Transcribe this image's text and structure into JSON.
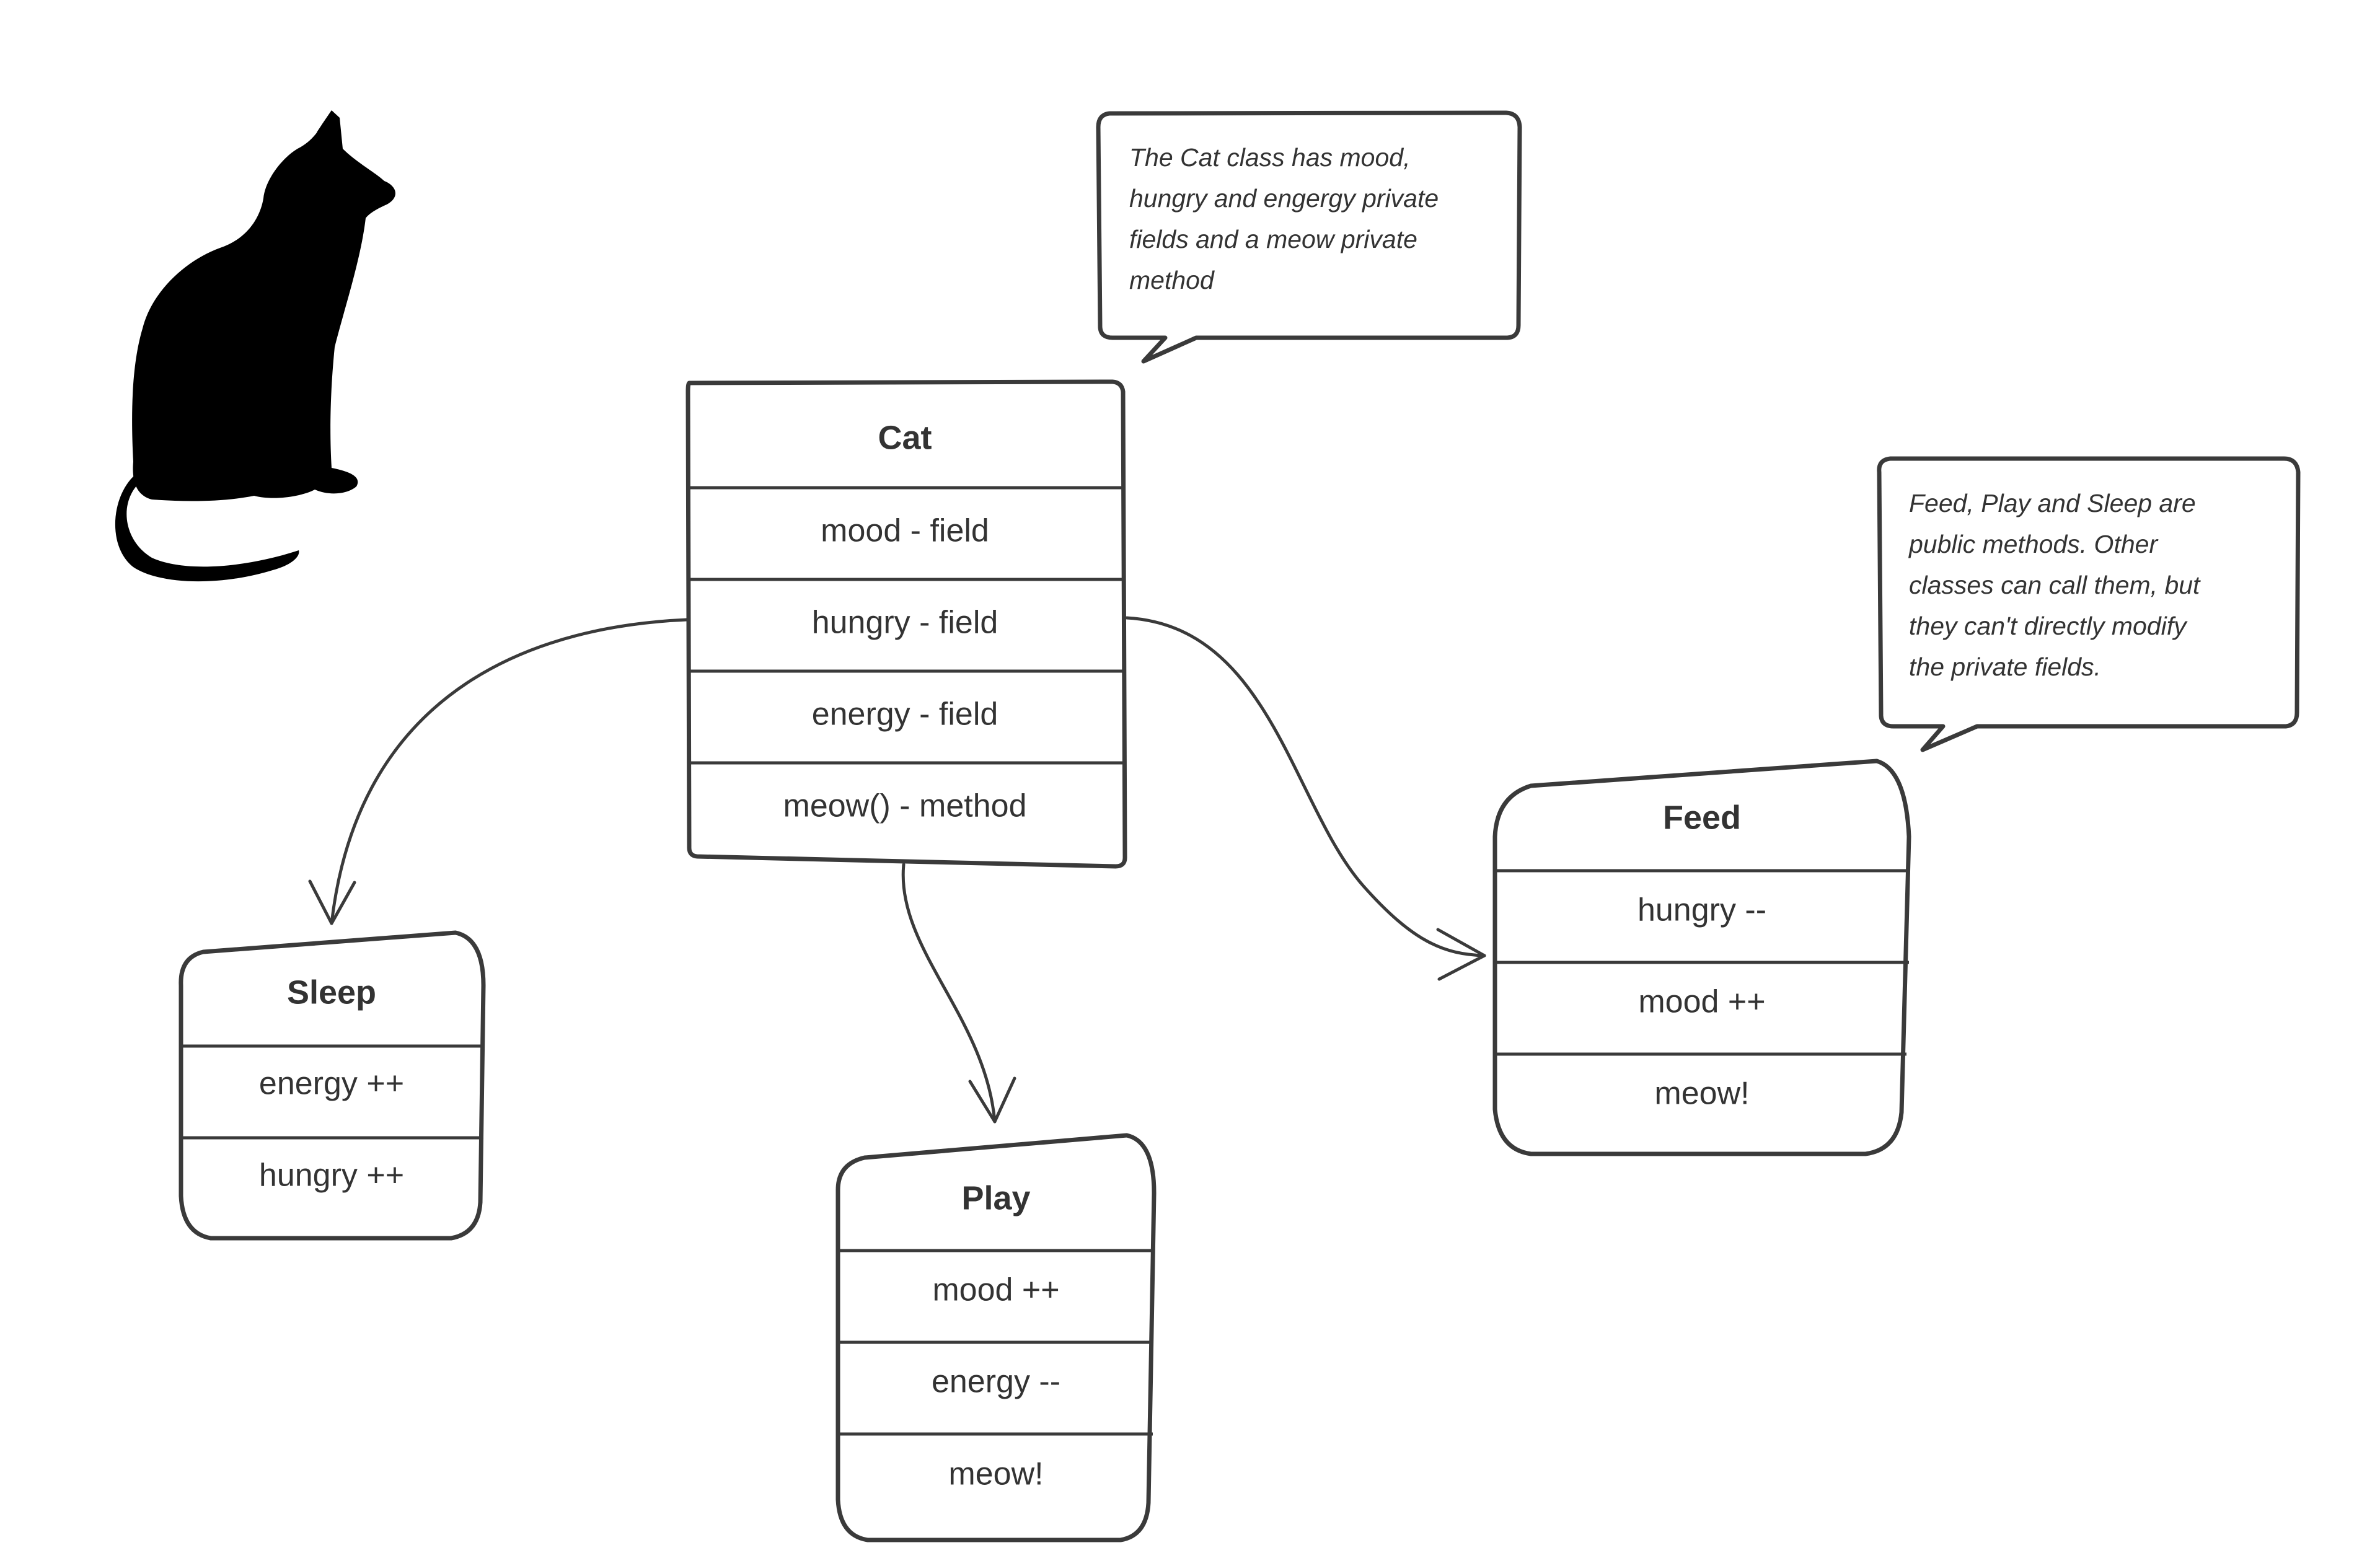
{
  "colors": {
    "ink": "#333333",
    "stroke": "#3a3a3a",
    "background": "#ffffff",
    "silhouette": "#000000"
  },
  "illustration": {
    "icon": "cat-silhouette-icon"
  },
  "cat_class": {
    "title": "Cat",
    "rows": [
      "mood - field",
      "hungry - field",
      "energy - field",
      "meow() - method"
    ]
  },
  "sleep_method": {
    "title": "Sleep",
    "rows": [
      "energy ++",
      "hungry ++"
    ]
  },
  "play_method": {
    "title": "Play",
    "rows": [
      "mood ++",
      "energy --",
      "meow!"
    ]
  },
  "feed_method": {
    "title": "Feed",
    "rows": [
      "hungry --",
      "mood ++",
      "meow!"
    ]
  },
  "notes": {
    "cat_note": [
      "The Cat class has mood,",
      "hungry and engergy private",
      "fields and a meow private",
      "method"
    ],
    "methods_note": [
      "Feed, Play and Sleep are",
      "public methods. Other",
      "classes can call them, but",
      "they can't directly modify",
      "the private fields."
    ]
  }
}
